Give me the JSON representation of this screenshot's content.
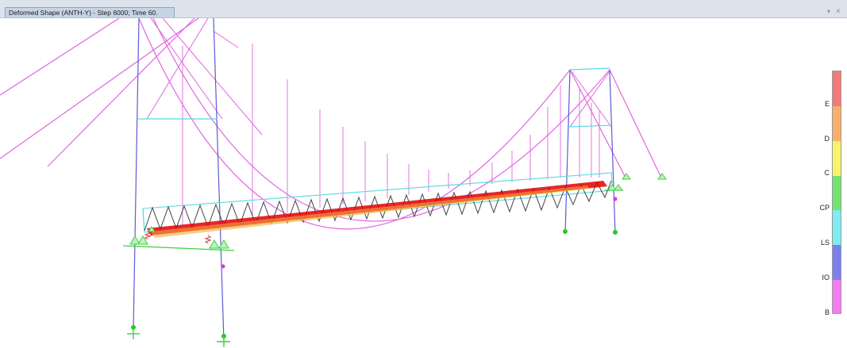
{
  "window": {
    "tab_title": "Deformed Shape (ANTH-Y) - Step 6000; Time 60.",
    "pin_glyph": "▾",
    "close_glyph": "×"
  },
  "legend": {
    "items": [
      {
        "label": "E",
        "color": "#f47a7a"
      },
      {
        "label": "D",
        "color": "#f9b06b"
      },
      {
        "label": "C",
        "color": "#f8f46a"
      },
      {
        "label": "CP",
        "color": "#73e46f"
      },
      {
        "label": "LS",
        "color": "#7fecf1"
      },
      {
        "label": "IO",
        "color": "#7b7ff0"
      },
      {
        "label": "B",
        "color": "#f57bf1"
      }
    ]
  },
  "colors": {
    "cable": "#e066e0",
    "tower": "#5b5bd6",
    "deck_frame": "#54d9e6",
    "truss": "#444444",
    "hinge": "#e33333",
    "support": "#3fcf3f"
  }
}
